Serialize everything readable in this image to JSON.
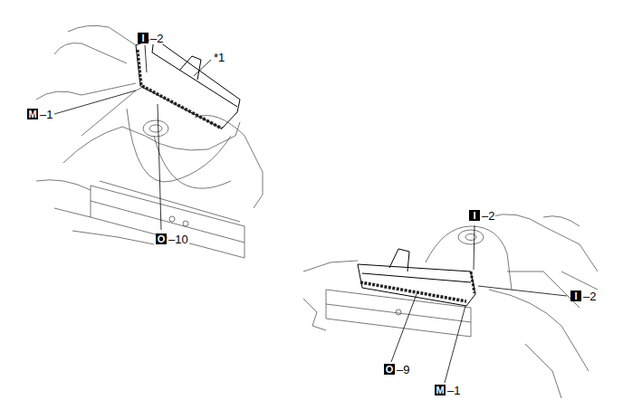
{
  "diagram": {
    "labels": [
      "I",
      "–2",
      "*1",
      "M",
      "–1",
      "O",
      "–10",
      "I",
      "–2",
      "I",
      "–2",
      "O",
      "–9",
      "M",
      "–1"
    ]
  }
}
